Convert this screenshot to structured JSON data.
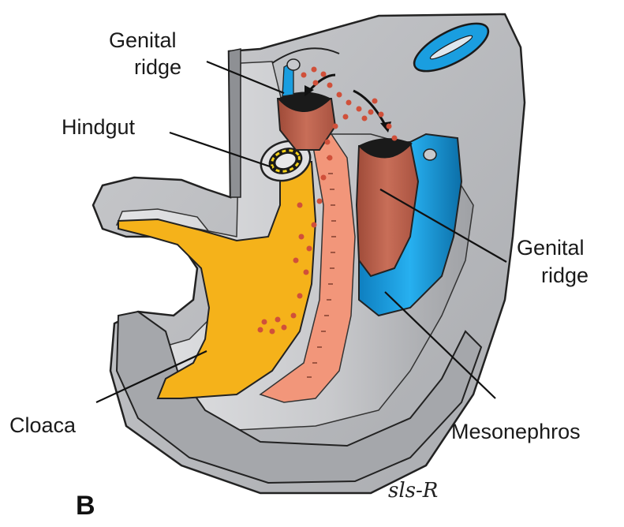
{
  "labels": {
    "genital_ridge_top_line1": "Genital",
    "genital_ridge_top_line2": "ridge",
    "hindgut": "Hindgut",
    "genital_ridge_right_line1": "Genital",
    "genital_ridge_right_line2": "ridge",
    "cloaca": "Cloaca",
    "mesonephros": "Mesonephros"
  },
  "panel_letter": "B",
  "signature": "sls-R",
  "colors": {
    "body_wall": "#b8b9bc",
    "body_inner": "#d4d5d8",
    "cut_surface": "#9ea0a4",
    "hindgut_yellow": "#f5b21a",
    "mesentery_salmon": "#f2967a",
    "genital_ridge_brown": "#b8604c",
    "mesonephros_blue": "#1e9fe0",
    "germ_cells": "#d0503a",
    "outline": "#222222"
  }
}
